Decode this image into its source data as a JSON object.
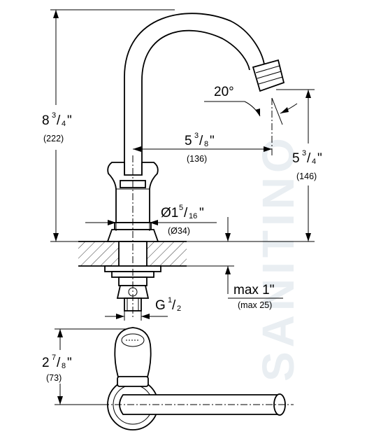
{
  "watermark": "SANITINO",
  "dimensions": {
    "total_height": {
      "whole": "8",
      "num": "3",
      "den": "4",
      "unit": "\"",
      "mm": "(222)"
    },
    "spout_reach": {
      "whole": "5",
      "num": "3",
      "den": "8",
      "unit": "\"",
      "mm": "(136)"
    },
    "spout_height": {
      "whole": "5",
      "num": "3",
      "den": "4",
      "unit": "\"",
      "mm": "(146)"
    },
    "body_diameter": {
      "prefix": "Ø1",
      "num": "5",
      "den": "16",
      "unit": "\"",
      "mm": "(Ø34)"
    },
    "mount_thickness": {
      "text": "max 1\"",
      "mm": "(max 25)"
    },
    "thread": {
      "text": "G",
      "num": "1",
      "den": "2"
    },
    "plan_depth": {
      "whole": "2",
      "num": "7",
      "den": "8",
      "unit": "\"",
      "mm": "(73)"
    },
    "spout_angle": {
      "text": "20°"
    }
  }
}
